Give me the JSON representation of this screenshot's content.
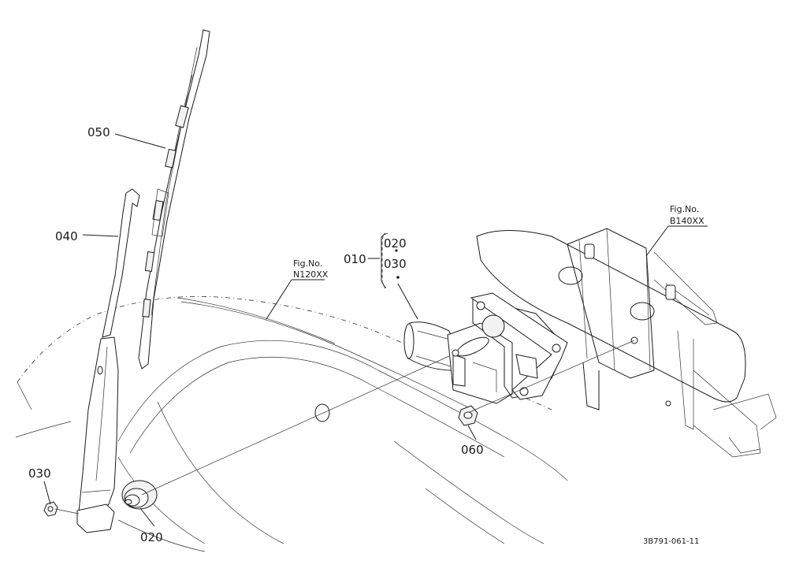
{
  "callouts": {
    "c050": "050",
    "c040": "040",
    "c030": "030",
    "c020": "020",
    "c060": "060",
    "group_010": "010",
    "group_020": "020",
    "group_030": "030"
  },
  "fig_refs": {
    "panel_label": "Fig.No.",
    "panel_no": "N120XX",
    "frame_label": "Fig.No.",
    "frame_no": "B140XX"
  },
  "drawing_number": "3B791-061-11"
}
